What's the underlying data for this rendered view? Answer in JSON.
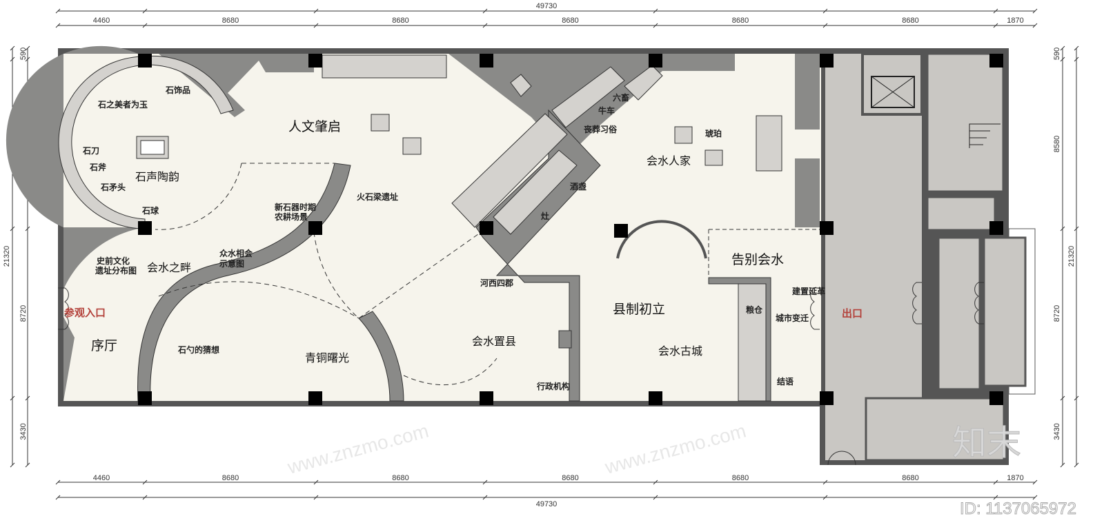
{
  "dimensions": {
    "top_total": "49730",
    "top_segments": [
      "4460",
      "8680",
      "8680",
      "8680",
      "8680",
      "8680",
      "1870"
    ],
    "bottom_total": "49730",
    "bottom_segments": [
      "4460",
      "8680",
      "8680",
      "8680",
      "8680",
      "8680",
      "1870"
    ],
    "left_total": "21320",
    "left_segments": [
      "590",
      "8580",
      "8720",
      "3430"
    ],
    "right_total": "21320",
    "right_segments": [
      "590",
      "8580",
      "8720",
      "3430"
    ]
  },
  "zones": {
    "prologue": "序厅",
    "entrance": "参观入口",
    "exit": "出口",
    "stone": "石声陶韵",
    "dawn": "人文肇启",
    "confluence": "会水之畔",
    "bronze": "青铜曙光",
    "county_set": "会水置县",
    "county_first": "县制初立",
    "households": "会水人家",
    "farewell": "告别会水",
    "old_city": "会水古城"
  },
  "labels": {
    "stone_ornament": "石饰品",
    "jade": "石之美者为玉",
    "stone_knife": "石刀",
    "stone_axe": "石斧",
    "spearhead": "石矛头",
    "stone_ball": "石球",
    "prehistoric_1": "史前文化",
    "prehistoric_2": "遗址分布图",
    "waters_1": "众水相会",
    "waters_2": "示意图",
    "neolithic_1": "新石器时期",
    "neolithic_2": "农耕场景",
    "huoshiliang": "火石梁遗址",
    "stone_spoon": "石勺的猜想",
    "six_animals": "六畜",
    "ox_cart": "牛车",
    "funeral": "丧葬习俗",
    "wine_cup": "酒盏",
    "stove": "灶",
    "amber": "琥珀",
    "hexi": "河西四郡",
    "admin": "行政机构",
    "granary": "粮仓",
    "evolution": "建置延革",
    "city_change": "城市变迁",
    "epilogue": "结语"
  },
  "watermark": {
    "logo": "知末",
    "id": "ID: 1137065972",
    "site": "www.znzmo.com"
  },
  "colors": {
    "floor": "#f6f4ec",
    "wall_dark": "#8a8a88",
    "wall_light": "#d4d2ce",
    "column": "#000000",
    "outer_wall": "#555555",
    "exit_area": "#c9c7c3",
    "entrance_text": "#b3413a"
  }
}
